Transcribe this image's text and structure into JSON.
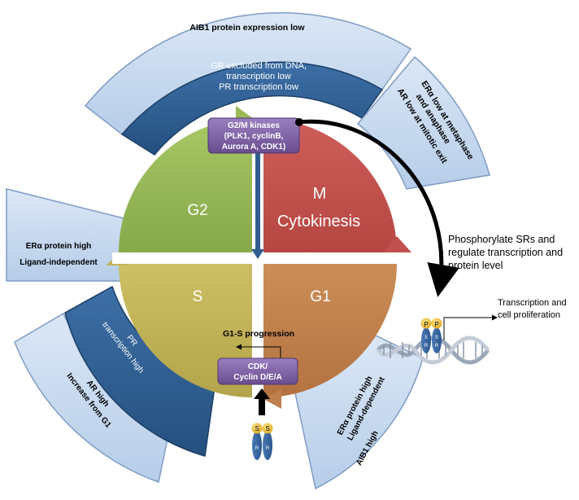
{
  "phases": {
    "g2": "G2",
    "m_line1": "M",
    "m_line2": "Cytokinesis",
    "s": "S",
    "g1": "G1"
  },
  "bands": {
    "top_outer": "AIB1 protein expression low",
    "top_inner": [
      "GR excluded from DNA,",
      "transcription low",
      "PR transcription low"
    ],
    "right_top": [
      "ERα  low at metaphase",
      "and anaphase",
      "AR low at mitotic exit"
    ],
    "left": [
      "ERα protein high",
      "Ligand-independent"
    ],
    "bottom_left_inner": [
      "PR",
      "transcription high"
    ],
    "bottom_left_outer": [
      "AR high",
      "Increase from G1"
    ],
    "bottom_right": [
      "ERα protein high",
      "Ligand-dependent",
      "AIB1 high"
    ]
  },
  "kinase_box": [
    "G2/M kinases",
    "(PLK1, cyclinB,",
    "Aurora A, CDK1)"
  ],
  "cdk_box": [
    "CDK/",
    "Cyclin D/E/A"
  ],
  "g1s_label": "G1-S progression",
  "phosphorylate_label": [
    "Phosphorylate SRs and",
    "regulate transcription and",
    "protein level"
  ],
  "transcription_label": [
    "Transcription and",
    "cell proliferation"
  ],
  "receptor_letters": {
    "s": "S",
    "p": "P",
    "r": "R"
  },
  "colors": {
    "g2": "#9bbb59",
    "m": "#c0504d",
    "s": "#c2b456",
    "g1": "#c0804d",
    "band_light": "#c6d9f0",
    "band_dark": "#2f5d8f",
    "box_purple": "#8064a2"
  }
}
